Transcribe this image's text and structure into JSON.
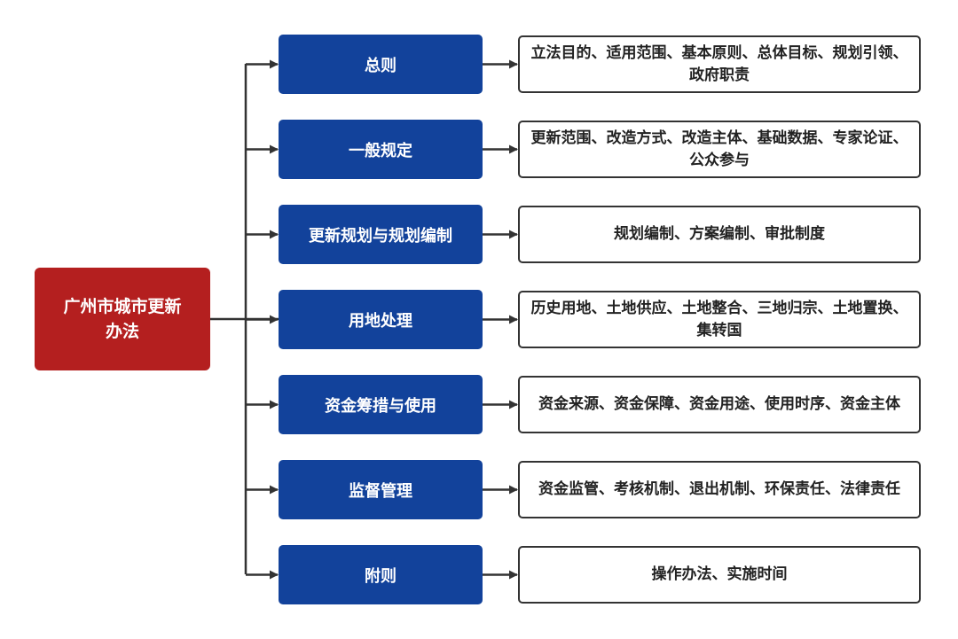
{
  "root": {
    "label": "广州市城市更新办法"
  },
  "colors": {
    "root_fill": "#b41f1f",
    "category_fill": "#12429b",
    "detail_border": "#333333",
    "connector": "#333333"
  },
  "sections": [
    {
      "title": "总则",
      "detail": "立法目的、适用范围、基本原则、总体目标、规划引领、政府职责"
    },
    {
      "title": "一般规定",
      "detail": "更新范围、改造方式、改造主体、基础数据、专家论证、公众参与"
    },
    {
      "title": "更新规划与规划编制",
      "detail": "规划编制、方案编制、审批制度"
    },
    {
      "title": "用地处理",
      "detail": "历史用地、土地供应、土地整合、三地归宗、土地置换、集转国"
    },
    {
      "title": "资金筹措与使用",
      "detail": "资金来源、资金保障、资金用途、使用时序、资金主体"
    },
    {
      "title": "监督管理",
      "detail": "资金监管、考核机制、退出机制、环保责任、法律责任"
    },
    {
      "title": "附则",
      "detail": "操作办法、实施时间"
    }
  ]
}
